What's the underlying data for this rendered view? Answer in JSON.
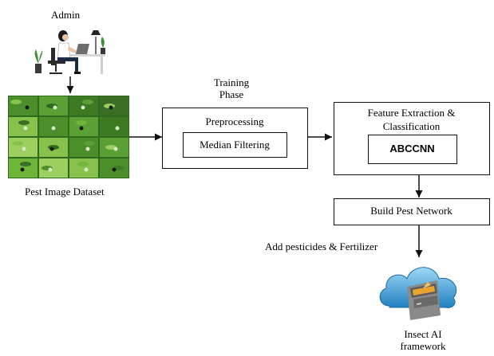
{
  "admin": {
    "label": "Admin"
  },
  "dataset": {
    "label": "Pest Image Dataset"
  },
  "training_phase": {
    "line1": "Training",
    "line2": "Phase"
  },
  "preprocessing": {
    "title": "Preprocessing",
    "inner": "Median Filtering"
  },
  "feature": {
    "title_line1": "Feature Extraction &",
    "title_line2": "Classification",
    "inner": "ABCCNN"
  },
  "build": {
    "label": "Build Pest Network"
  },
  "pesticides": {
    "label": "Add pesticides & Fertilizer"
  },
  "output": {
    "line1": "Insect AI",
    "line2": "framework"
  },
  "colors": {
    "stroke": "#111111",
    "cloud_light": "#8fd0f0",
    "cloud_dark": "#1f7fc0",
    "cabinet": "#7a7a7a",
    "folder": "#e8a531",
    "leaf_dark": "#2f6b1f",
    "leaf_light": "#6fb53a",
    "person_hair": "#1b1b1b",
    "person_pants": "#1c2a45",
    "plant": "#3f8f3a"
  },
  "icons": [
    "admin-person-icon",
    "pest-image-grid-icon",
    "cloud-storage-icon"
  ]
}
